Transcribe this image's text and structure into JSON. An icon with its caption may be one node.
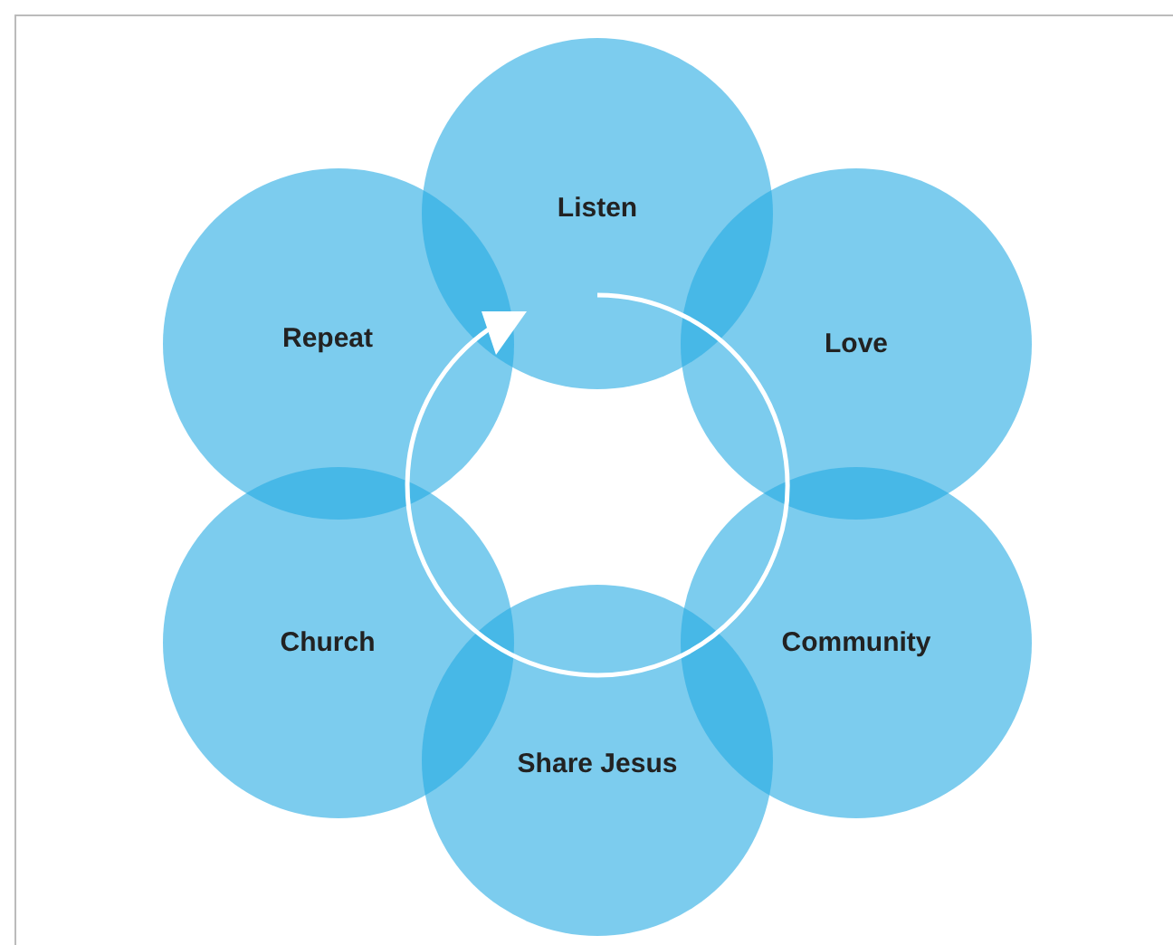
{
  "diagram": {
    "nodes": [
      {
        "text": [
          "Listen"
        ]
      },
      {
        "text": [
          "Repeat"
        ]
      },
      {
        "text": [
          "Love"
        ]
      },
      {
        "text": [
          "Church"
        ]
      },
      {
        "text": [
          "Community"
        ]
      },
      {
        "text": [
          "Share Jesus"
        ]
      }
    ]
  }
}
